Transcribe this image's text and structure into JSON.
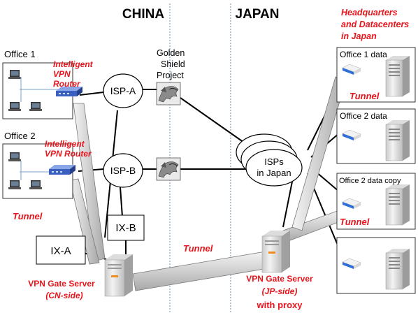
{
  "regions": {
    "china": "CHINA",
    "japan": "JAPAN",
    "hq_title": [
      "Headquarters",
      "and Datacenters",
      "in Japan"
    ]
  },
  "china_side": {
    "office1": "Office 1",
    "office2": "Office 2",
    "router_label_1": [
      "Intelligent",
      "VPN",
      "Router"
    ],
    "router_label_2": [
      "Intelligent",
      "VPN Router"
    ],
    "isp_a": "ISP-A",
    "isp_b": "ISP-B",
    "golden_shield": [
      "Golden",
      "Shield",
      "Project"
    ],
    "ix_a": "IX-A",
    "ix_b": "IX-B",
    "tunnel_left": "Tunnel",
    "vpn_server_cn": [
      "VPN Gate Server",
      "(CN-side)"
    ]
  },
  "japan_side": {
    "isps": [
      "ISPs",
      "in Japan"
    ],
    "vpn_server_jp": [
      "VPN Gate Server",
      "(JP-side)",
      "with proxy"
    ],
    "datacenters": [
      {
        "label": "Office 1 data"
      },
      {
        "label": "Office 2 data"
      },
      {
        "label": "Office 2 data copy"
      },
      {
        "label": ""
      }
    ],
    "tunnel_right_1": "Tunnel",
    "tunnel_right_2": "Tunnel"
  },
  "tunnel_center": "Tunnel",
  "colors": {
    "accent_red": "#e8141b",
    "tunnel_gray": "#d4d4d4",
    "router_blue": "#3b5fc0",
    "divider": "#6d8fb8"
  }
}
